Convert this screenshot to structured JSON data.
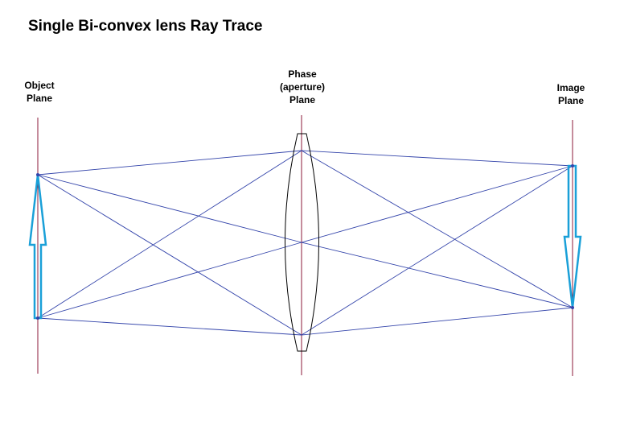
{
  "title": "Single Bi-convex lens Ray Trace",
  "planes": {
    "object": {
      "lines": [
        "Object",
        "Plane"
      ]
    },
    "phase": {
      "lines": [
        "Phase",
        "(aperture)",
        "Plane"
      ]
    },
    "image": {
      "lines": [
        "Image",
        "Plane"
      ]
    }
  },
  "colors": {
    "plane_line": "#8b1a3a",
    "ray": "#3344aa",
    "arrow": "#1aa0d8",
    "lens": "#000000",
    "text": "#000000"
  }
}
